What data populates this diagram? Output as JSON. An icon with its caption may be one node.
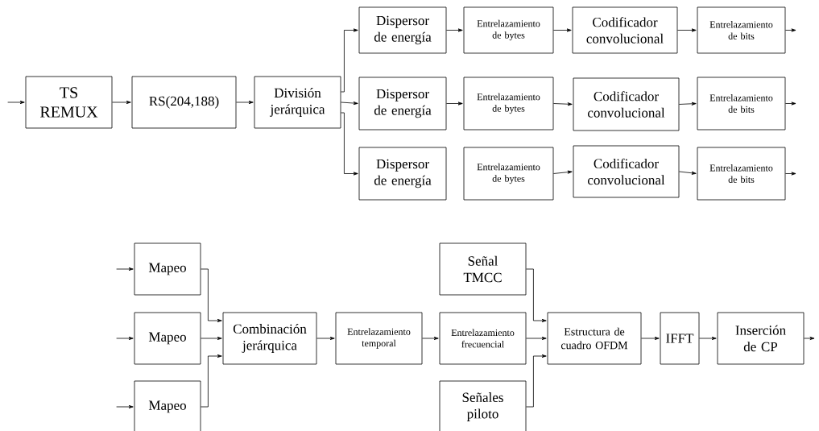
{
  "diagram": {
    "nodes": [
      {
        "text": [
          "TS REMUX"
        ]
      },
      {
        "text": [
          "RS(204,188)"
        ]
      },
      {
        "text": [
          "División jerárquica"
        ]
      },
      {
        "text": [
          "Dispersor de energía"
        ]
      },
      {
        "text": [
          "Entrelazamiento de bytes"
        ]
      },
      {
        "text": [
          "Codificador convolucional"
        ]
      },
      {
        "text": [
          "Entrelazamiento de bits"
        ]
      },
      {
        "text": [
          "Dispersor de energía"
        ]
      },
      {
        "text": [
          "Entrelazamiento de bytes"
        ]
      },
      {
        "text": [
          "Codificador convolucional"
        ]
      },
      {
        "text": [
          "Entrelazamiento de bits"
        ]
      },
      {
        "text": [
          "Dispersor de energía"
        ]
      },
      {
        "text": [
          "Entrelazamiento de bytes"
        ]
      },
      {
        "text": [
          "Codificador convolucional"
        ]
      },
      {
        "text": [
          "Entrelazamiento de bits"
        ]
      },
      {
        "text": [
          "Mapeo"
        ]
      },
      {
        "text": [
          "Mapeo"
        ]
      },
      {
        "text": [
          "Mapeo"
        ]
      },
      {
        "text": [
          "Combinación jerárquica"
        ]
      },
      {
        "text": [
          "Entrelazamiento temporal"
        ]
      },
      {
        "text": [
          "Señal TMCC"
        ]
      },
      {
        "text": [
          "Entrelazamiento frecuencial"
        ]
      },
      {
        "text": [
          "Señales piloto"
        ]
      },
      {
        "text": [
          "Estructura de cuadro OFDM"
        ]
      },
      {
        "text": [
          "IFFT"
        ]
      },
      {
        "text": [
          "Inserción de CP"
        ]
      }
    ],
    "edges": [
      {
        "from": null,
        "to": 0,
        "arrow": "to"
      },
      {
        "from": 0,
        "to": 1,
        "arrow": "to"
      },
      {
        "from": 1,
        "to": 2,
        "arrow": "to"
      },
      {
        "from": 2,
        "to": 3,
        "arrow": "to"
      },
      {
        "from": 2,
        "to": 7,
        "arrow": "to"
      },
      {
        "from": 2,
        "to": 11,
        "arrow": "to"
      },
      {
        "from": 3,
        "to": 4,
        "arrow": "to"
      },
      {
        "from": 4,
        "to": 5,
        "arrow": "to"
      },
      {
        "from": 5,
        "to": 6,
        "arrow": "to"
      },
      {
        "from": 6,
        "to": null,
        "arrow": "to"
      },
      {
        "from": 7,
        "to": 8,
        "arrow": "to"
      },
      {
        "from": 8,
        "to": 9,
        "arrow": "to"
      },
      {
        "from": 9,
        "to": 10,
        "arrow": "to"
      },
      {
        "from": 10,
        "to": null,
        "arrow": "to"
      },
      {
        "from": 12,
        "to": 13,
        "arrow": "to"
      },
      {
        "from": 13,
        "to": 14,
        "arrow": "to"
      },
      {
        "from": 14,
        "to": null,
        "arrow": "to"
      },
      {
        "from": null,
        "to": 15,
        "arrow": "to"
      },
      {
        "from": null,
        "to": 16,
        "arrow": "to"
      },
      {
        "from": null,
        "to": 17,
        "arrow": "to"
      },
      {
        "from": 15,
        "to": 18,
        "arrow": "to"
      },
      {
        "from": 16,
        "to": 18,
        "arrow": "to"
      },
      {
        "from": 17,
        "to": 18,
        "arrow": "to"
      },
      {
        "from": 18,
        "to": 19,
        "arrow": "to"
      },
      {
        "from": 19,
        "to": 21,
        "arrow": "to"
      },
      {
        "from": 20,
        "to": 23,
        "arrow": "to"
      },
      {
        "from": 21,
        "to": 23,
        "arrow": "to"
      },
      {
        "from": 22,
        "to": 23,
        "arrow": "to"
      },
      {
        "from": 23,
        "to": 24,
        "arrow": "to"
      },
      {
        "from": 24,
        "to": 25,
        "arrow": "to"
      },
      {
        "from": 25,
        "to": null,
        "arrow": "to"
      }
    ]
  }
}
